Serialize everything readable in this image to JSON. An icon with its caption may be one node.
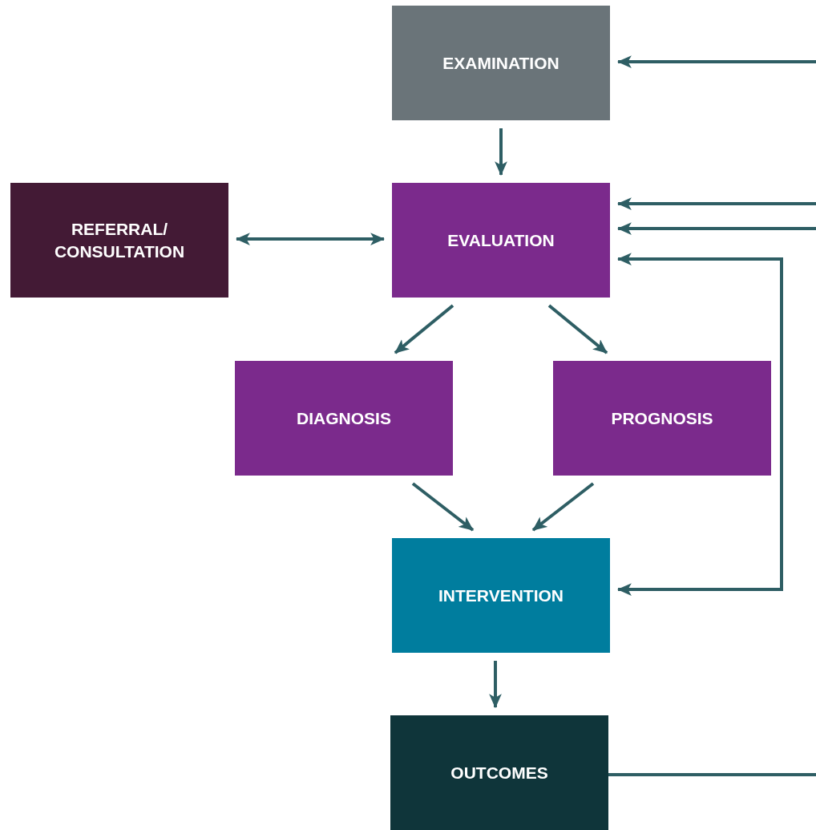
{
  "diagram": {
    "nodes": [
      {
        "text": [
          "EXAMINATION"
        ]
      },
      {
        "text": [
          "REFERRAL/ CONSULTATION"
        ]
      },
      {
        "text": [
          "EVALUATION"
        ]
      },
      {
        "text": [
          "DIAGNOSIS"
        ]
      },
      {
        "text": [
          "PROGNOSIS"
        ]
      },
      {
        "text": [
          "INTERVENTION"
        ]
      },
      {
        "text": [
          "OUTCOMES"
        ]
      }
    ],
    "edges": [
      {
        "from": 0,
        "to": 2,
        "arrow": "to"
      },
      {
        "from": 1,
        "to": 2,
        "arrow": "both"
      },
      {
        "from": 2,
        "to": 3,
        "arrow": "to"
      },
      {
        "from": 2,
        "to": 4,
        "arrow": "to"
      },
      {
        "from": 3,
        "to": 5,
        "arrow": "to"
      },
      {
        "from": 4,
        "to": 5,
        "arrow": "to"
      },
      {
        "from": 5,
        "to": 6,
        "arrow": "to"
      },
      {
        "from": null,
        "to": 0,
        "arrow": "to"
      },
      {
        "from": null,
        "to": 2,
        "arrow": "to"
      },
      {
        "from": null,
        "to": 2,
        "arrow": "to"
      },
      {
        "from": 6,
        "to": null,
        "arrow": "none"
      },
      {
        "from": 2,
        "to": 5,
        "arrow": "both"
      }
    ]
  }
}
